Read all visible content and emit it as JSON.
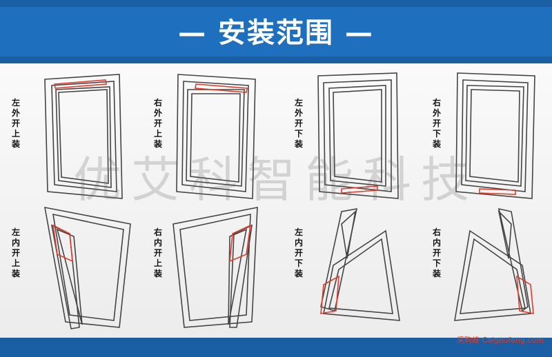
{
  "header": {
    "title": "— 安装范围 —"
  },
  "watermark": "优艾科智能科技",
  "credit": "采购蜂 Caigoufeng.com",
  "colors": {
    "banner": "#1a5fa3",
    "accent": "#e23a2a"
  },
  "cells": [
    {
      "label": [
        "左",
        "外",
        "开",
        "上",
        "装"
      ]
    },
    {
      "label": [
        "右",
        "外",
        "开",
        "上",
        "装"
      ]
    },
    {
      "label": [
        "左",
        "外",
        "开",
        "下",
        "装"
      ]
    },
    {
      "label": [
        "右",
        "外",
        "开",
        "下",
        "装"
      ]
    },
    {
      "label": [
        "左",
        "内",
        "开",
        "上",
        "装"
      ]
    },
    {
      "label": [
        "右",
        "内",
        "开",
        "上",
        "装"
      ]
    },
    {
      "label": [
        "左",
        "内",
        "开",
        "下",
        "装"
      ]
    },
    {
      "label": [
        "右",
        "内",
        "开",
        "下",
        "装"
      ]
    }
  ]
}
